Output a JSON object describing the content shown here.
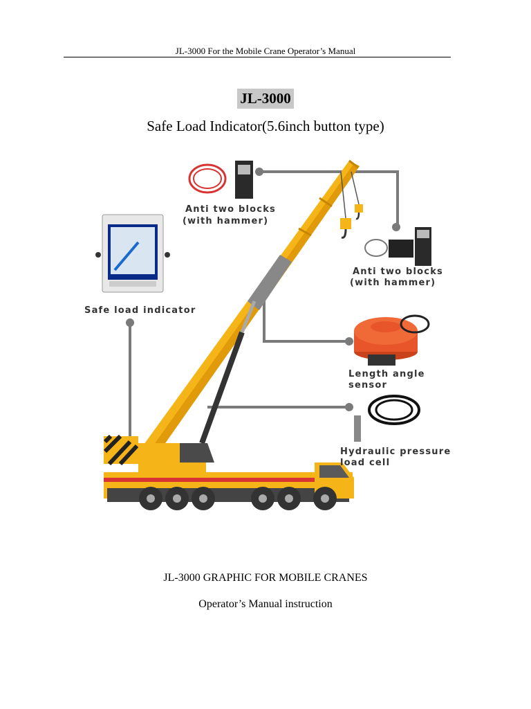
{
  "header": {
    "running_title": "JL-3000 For the Mobile Crane Operator’s Manual"
  },
  "title": {
    "model": "JL-3000",
    "subtitle": "Safe Load Indicator(5.6inch button type)"
  },
  "figure": {
    "callouts": {
      "anti_two_blocks_top": {
        "line1": "Anti two blocks",
        "line2": "(with hammer)"
      },
      "anti_two_blocks_right": {
        "line1": "Anti two blocks",
        "line2": "(with hammer)"
      },
      "safe_load_indicator": {
        "line1": "Safe load indicator"
      },
      "length_angle_sensor": {
        "line1": "Length angle",
        "line2": "sensor"
      },
      "hydraulic_pressure": {
        "line1": "Hydraulic pressure",
        "line2": "load cell"
      }
    },
    "colors": {
      "crane_yellow": "#f5b417",
      "sensor_orange": "#e8552a",
      "leader_grey": "#7a7a7a"
    }
  },
  "footer": {
    "title": "JL-3000 GRAPHIC FOR MOBILE CRANES",
    "subtitle": "Operator’s Manual instruction"
  }
}
